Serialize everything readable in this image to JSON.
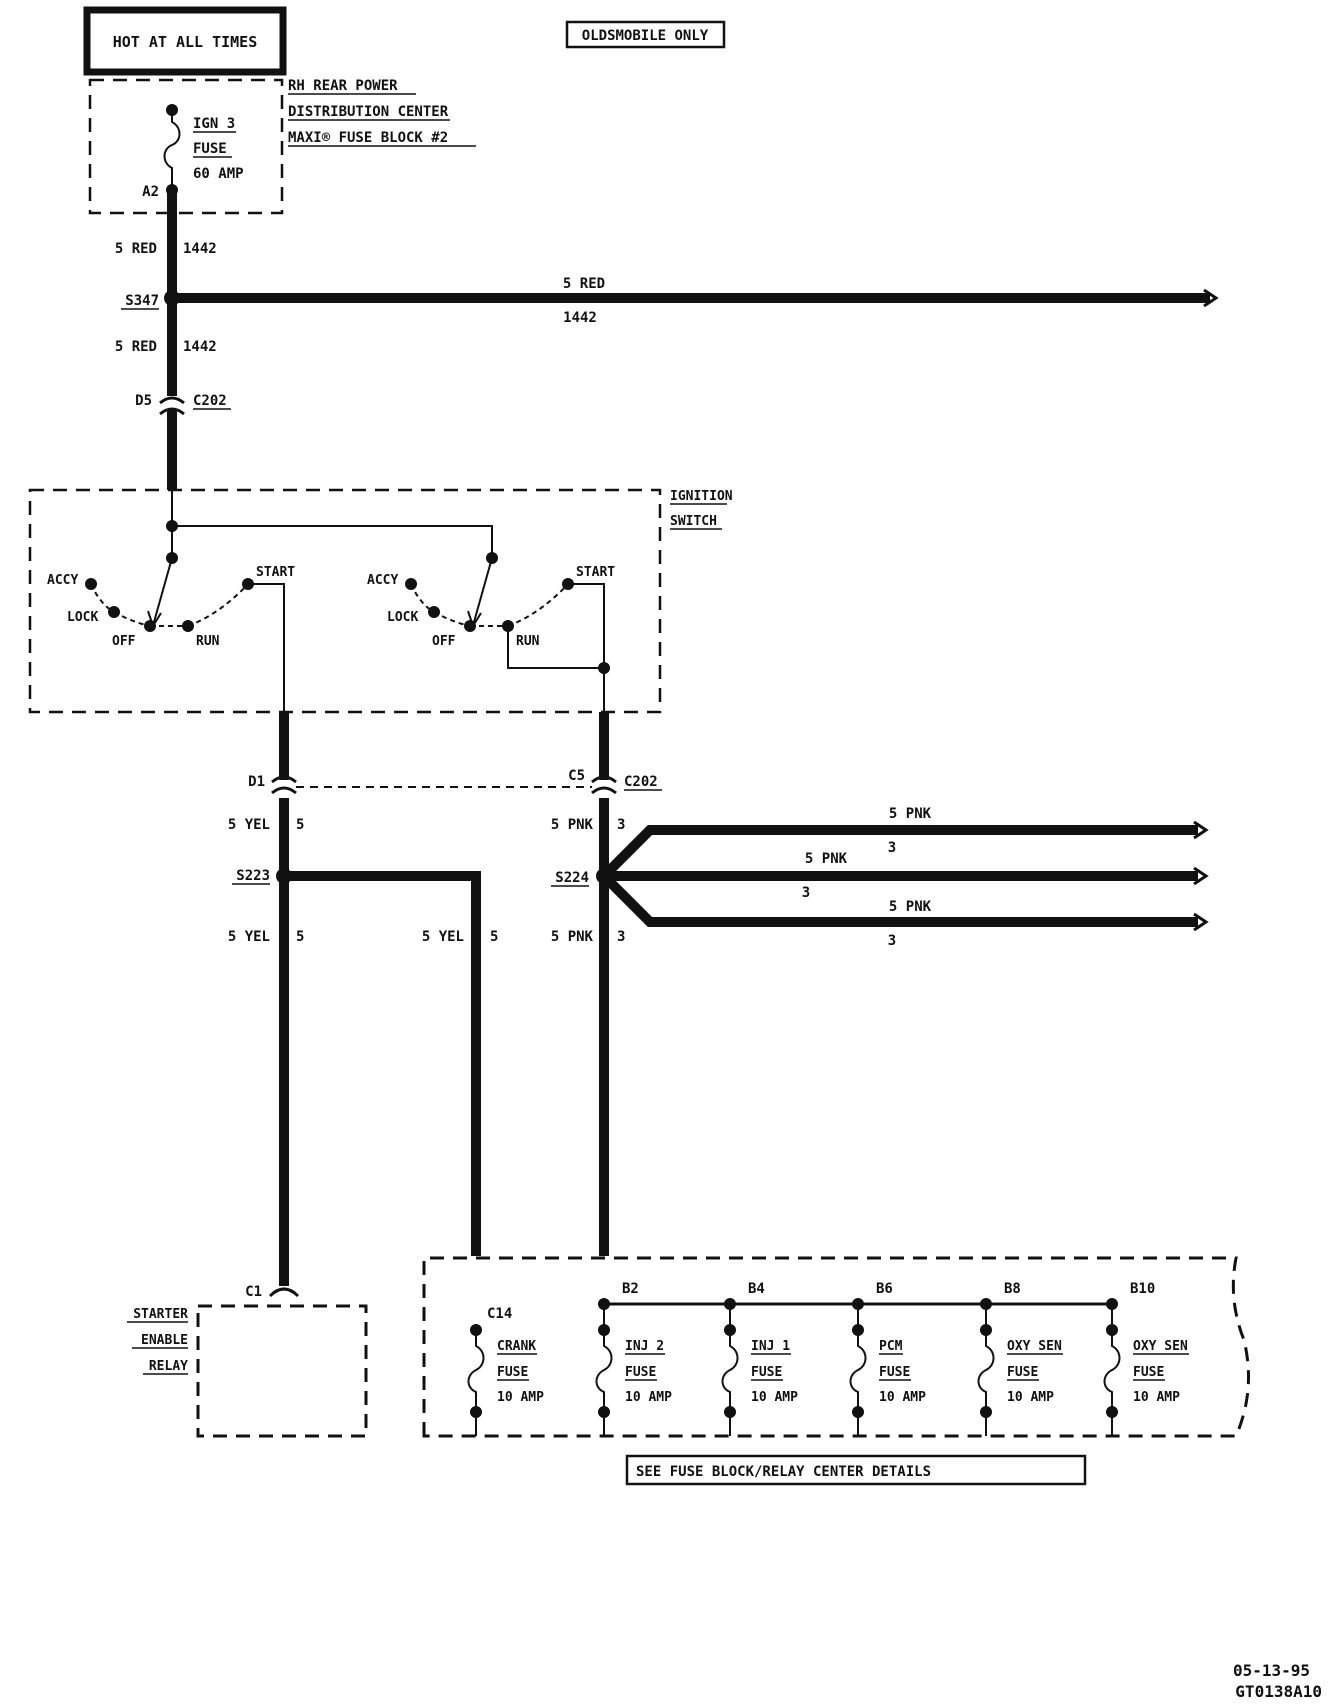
{
  "header": {
    "hot_at_all_times": "HOT AT ALL TIMES",
    "oldsmobile_only": "OLDSMOBILE ONLY"
  },
  "power_center": {
    "line1": "RH REAR POWER",
    "line2": "DISTRIBUTION CENTER",
    "line3": "MAXI® FUSE BLOCK #2",
    "fuse_name": "IGN 3",
    "fuse_word": "FUSE",
    "fuse_rating": "60 AMP",
    "terminal": "A2"
  },
  "feed_wire": {
    "wire1": "5 RED",
    "circuit1": "1442",
    "splice": "S347",
    "branch_wire": "5 RED",
    "branch_circuit": "1442",
    "wire2": "5 RED",
    "circuit2": "1442",
    "connector_pin": "D5",
    "connector": "C202"
  },
  "ignition_switch": {
    "label_line1": "IGNITION",
    "label_line2": "SWITCH",
    "positions": {
      "accy": "ACCY",
      "lock": "LOCK",
      "off": "OFF",
      "run": "RUN",
      "start": "START"
    }
  },
  "lower_connector": {
    "pin_left": "D1",
    "pin_right": "C5",
    "name": "C202"
  },
  "yellow_circuit": {
    "wire": "5 YEL",
    "circuit": "5",
    "splice": "S223"
  },
  "pink_circuit": {
    "wire": "5 PNK",
    "circuit": "3",
    "splice": "S224"
  },
  "starter_relay": {
    "pin": "C1",
    "line1": "STARTER",
    "line2": "ENABLE",
    "line3": "RELAY"
  },
  "fuse_block": {
    "first_pin": "C14",
    "fuses": [
      {
        "terminal": "",
        "name": "CRANK",
        "word": "FUSE",
        "rating": "10 AMP"
      },
      {
        "terminal": "B2",
        "name": "INJ 2",
        "word": "FUSE",
        "rating": "10 AMP"
      },
      {
        "terminal": "B4",
        "name": "INJ 1",
        "word": "FUSE",
        "rating": "10 AMP"
      },
      {
        "terminal": "B6",
        "name": "PCM",
        "word": "FUSE",
        "rating": "10 AMP"
      },
      {
        "terminal": "B8",
        "name": "OXY SEN",
        "word": "FUSE",
        "rating": "10 AMP"
      },
      {
        "terminal": "B10",
        "name": "OXY SEN",
        "word": "FUSE",
        "rating": "10 AMP"
      }
    ],
    "see_details": "SEE FUSE BLOCK/RELAY CENTER DETAILS"
  },
  "footer": {
    "date": "05-13-95",
    "code": "GT0138A10"
  }
}
